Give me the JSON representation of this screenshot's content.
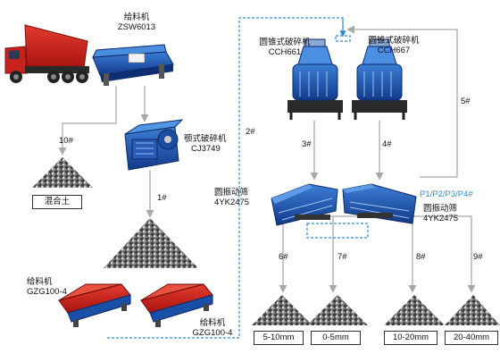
{
  "machines": {
    "feeder_top": {
      "name": "给料机",
      "model": "ZSW6013"
    },
    "jaw_crusher": {
      "name": "颚式破碎机",
      "model": "CJ3749"
    },
    "cone_crusher_1": {
      "name": "圆锥式破碎机",
      "model": "CCH661"
    },
    "cone_crusher_2": {
      "name": "圆锥式破碎机",
      "model": "CCH667"
    },
    "screen_1": {
      "name": "圆振动筛",
      "model": "4YK2475"
    },
    "screen_2": {
      "name": "圆振动筛",
      "model": "4YK2475"
    },
    "feeder_bottom_1": {
      "name": "给料机",
      "model": "GZG100-4"
    },
    "feeder_bottom_2": {
      "name": "给料机",
      "model": "GZG100-4"
    }
  },
  "flows": {
    "f1": "1#",
    "f2": "2#",
    "f3": "3#",
    "f4": "4#",
    "f5": "5#",
    "f6": "6#",
    "f7": "7#",
    "f8": "8#",
    "f9": "9#",
    "f10": "10#"
  },
  "screen_outputs": "P1/P2/P3/P4#",
  "products": {
    "mixed": "混合土",
    "p1": "5-10mm",
    "p2": "0-5mm",
    "p3": "10-20mm",
    "p4": "20-40mm"
  },
  "colors": {
    "machine_blue": "#1a4fa8",
    "highlight_blue": "#2f8fd0",
    "truck_red": "#d9201f",
    "stone_gray": "#5a5a5a",
    "arrow_gray": "#b5b5b5"
  }
}
